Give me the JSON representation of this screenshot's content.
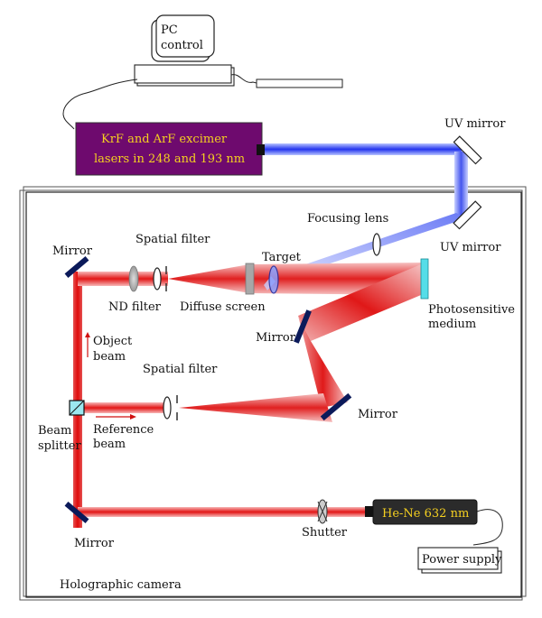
{
  "pc": {
    "line1": "PC",
    "line2": "control"
  },
  "excimer": {
    "line1": "KrF and ArF excimer",
    "line2": "lasers in 248 and 193 nm",
    "fill": "#6e0a6e",
    "text_color": "#f5d020"
  },
  "hene": {
    "label": "He-Ne 632 nm",
    "fill": "#2b2b2b",
    "text_color": "#f5d020"
  },
  "power_supply": {
    "label": "Power supply"
  },
  "labels": {
    "uv_mirror_top": "UV mirror",
    "uv_mirror_bottom": "UV mirror",
    "focusing_lens": "Focusing lens",
    "spatial_filter_top": "Spatial filter",
    "spatial_filter_mid": "Spatial filter",
    "mirror_top_left": "Mirror",
    "target": "Target",
    "nd_filter": "ND filter",
    "diffuse_screen": "Diffuse screen",
    "photosensitive_1": "Photosensitive",
    "photosensitive_2": "medium",
    "mirror_mid": "Mirror",
    "mirror_right": "Mirror",
    "object_beam_1": "Object",
    "object_beam_2": "beam",
    "reference_beam_1": "Reference",
    "reference_beam_2": "beam",
    "beam_splitter_1": "Beam",
    "beam_splitter_2": "splitter",
    "mirror_bottom_left": "Mirror",
    "shutter": "Shutter",
    "holographic_camera": "Holographic camera"
  },
  "colors": {
    "red_beam": "#e01010",
    "uv_beam": "#3344ee",
    "mirror": "#0b1a5a",
    "splitter": "#9be8f0",
    "photosensitive": "#55dde8"
  }
}
